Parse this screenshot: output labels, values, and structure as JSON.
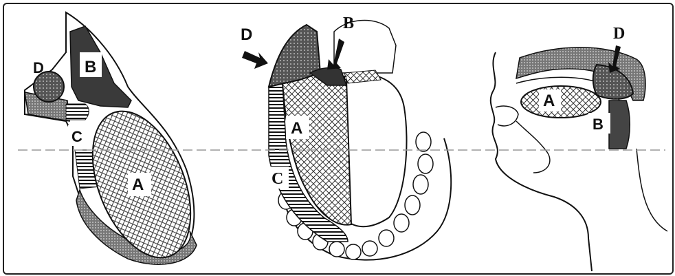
{
  "panels": [
    {
      "labels": {
        "a": "A",
        "b": "B",
        "c": "C",
        "d": "D"
      }
    },
    {
      "labels": {
        "a": "A",
        "b": "B",
        "c": "C",
        "d": "D"
      }
    },
    {
      "labels": {
        "a": "A",
        "b": "B",
        "d": "D"
      }
    }
  ],
  "colors": {
    "outline": "#111111",
    "dark_fill": "#222222",
    "crosshatch": "#333333"
  }
}
